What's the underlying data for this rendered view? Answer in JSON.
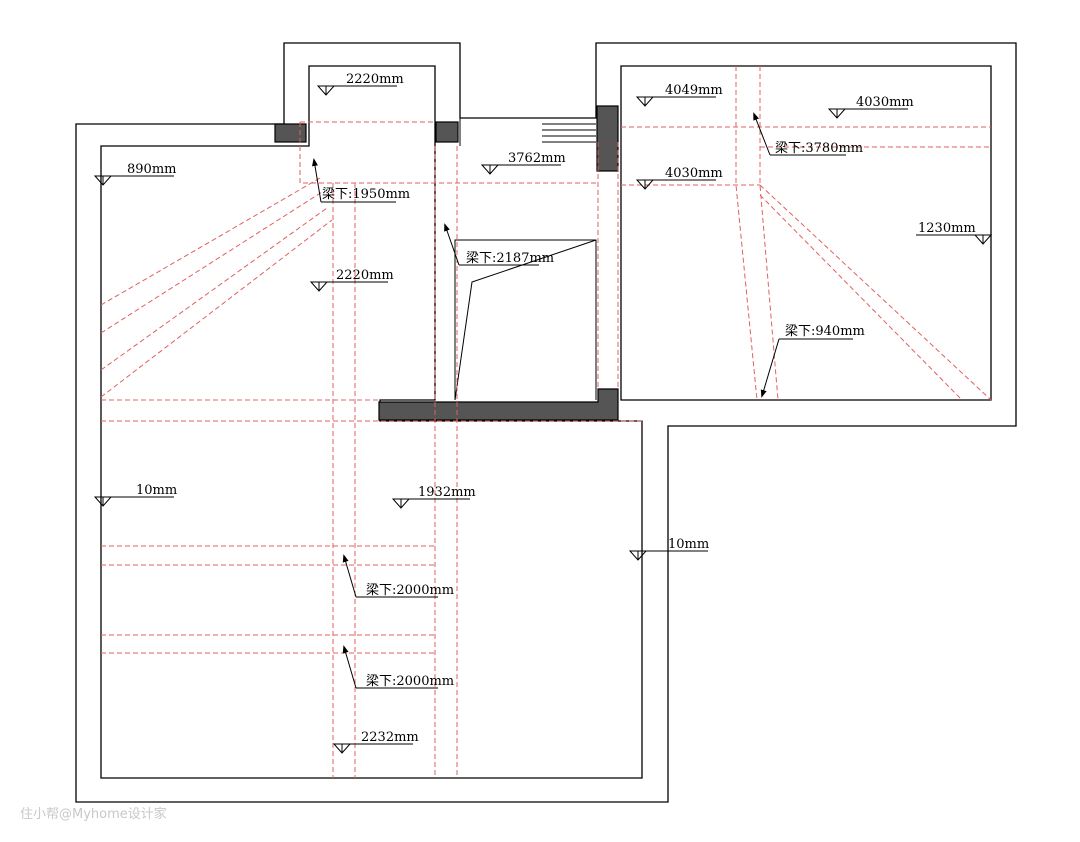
{
  "colors": {
    "wall": "#000000",
    "beam_line": "#e06060",
    "column": "#555555",
    "watermark": "#c8c8c8"
  },
  "elevation_labels": {
    "e_top_bay": "2220mm",
    "e_890": "890mm",
    "e_left_2220": "2220mm",
    "e_3762": "3762mm",
    "e_4049": "4049mm",
    "e_4030_a": "4030mm",
    "e_4030_b": "4030mm",
    "e_1230": "1230mm",
    "e_left_10": "10mm",
    "e_1932": "1932mm",
    "e_right_10": "10mm",
    "e_2232": "2232mm"
  },
  "beam_labels": {
    "b_1950": "梁下:1950mm",
    "b_2187": "梁下:2187mm",
    "b_3780": "梁下:3780mm",
    "b_940": "梁下:940mm",
    "b_2000_a": "梁下:2000mm",
    "b_2000_b": "梁下:2000mm"
  },
  "watermark": "住小帮@Myhome设计家"
}
